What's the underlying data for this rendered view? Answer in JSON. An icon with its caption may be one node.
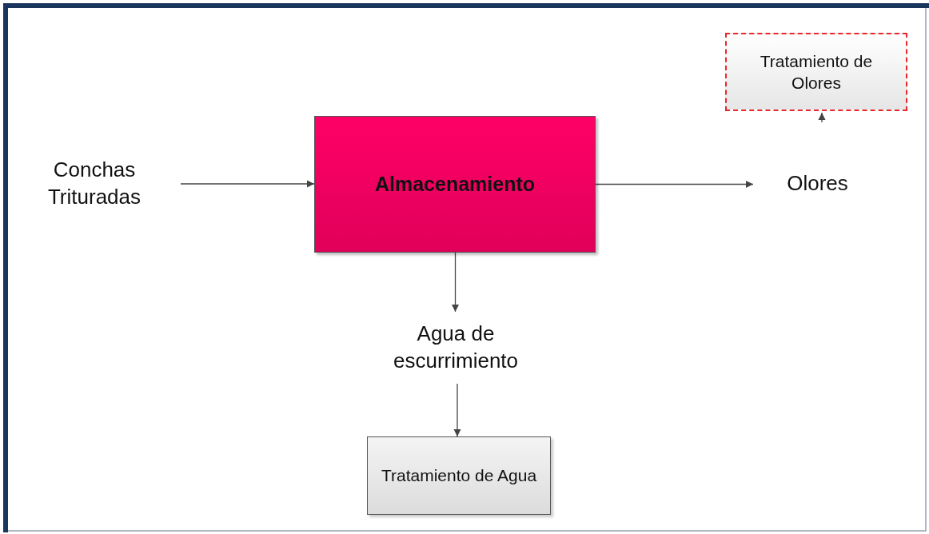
{
  "diagram": {
    "nodes": [
      {
        "text": [
          "Tratamiento de Olores"
        ]
      },
      {
        "text": [
          "Conchas Trituradas"
        ]
      },
      {
        "text": [
          "Almacenamiento"
        ]
      },
      {
        "text": [
          "Olores"
        ]
      },
      {
        "text": [
          "Agua de escurrimiento"
        ]
      },
      {
        "text": [
          "Tratamiento de Agua"
        ]
      }
    ],
    "edges": [
      {
        "from": 1,
        "to": 2,
        "arrow": "to"
      },
      {
        "from": 2,
        "to": 3,
        "arrow": "to"
      },
      {
        "from": 2,
        "to": 4,
        "arrow": "to"
      },
      {
        "from": 4,
        "to": 5,
        "arrow": "to"
      },
      {
        "from": null,
        "to": 0,
        "arrow": "to"
      }
    ]
  }
}
